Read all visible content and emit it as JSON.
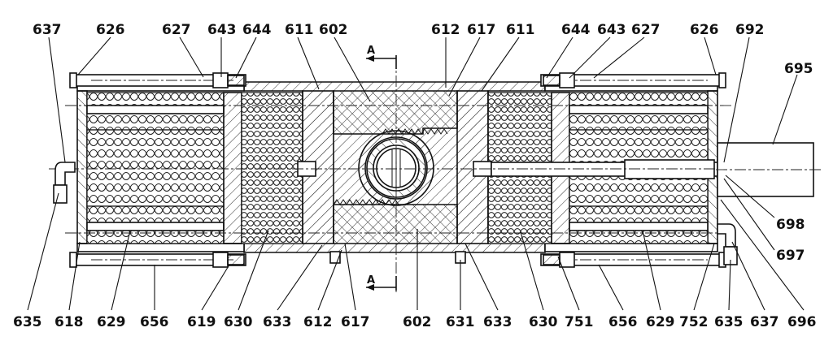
{
  "section_marker": "A",
  "top_labels": [
    "637",
    "626",
    "627",
    "643",
    "644",
    "611",
    "602",
    "612",
    "617",
    "611",
    "644",
    "643",
    "627",
    "626",
    "692",
    "695"
  ],
  "right_labels": [
    "698",
    "697"
  ],
  "bottom_labels": [
    "635",
    "618",
    "629",
    "656",
    "619",
    "630",
    "633",
    "612",
    "617",
    "602",
    "631",
    "633",
    "630",
    "751",
    "656",
    "629",
    "752",
    "635",
    "637",
    "696"
  ]
}
